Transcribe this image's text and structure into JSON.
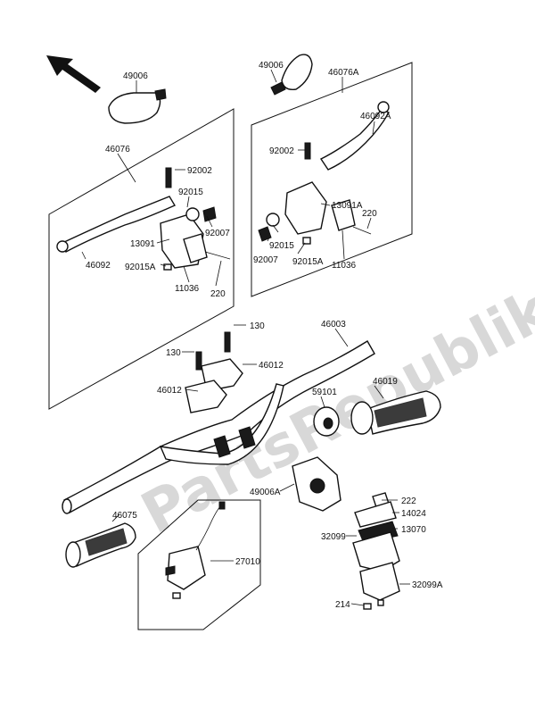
{
  "watermark": "PartsRepublik",
  "labels": {
    "l49006_top": "49006",
    "l49006_right": "49006",
    "l46076A": "46076A",
    "l46076": "46076",
    "l46092A": "46092A",
    "l92002_left": "92002",
    "l92002_right": "92002",
    "l92015_left": "92015",
    "l92007_left": "92007",
    "l13091": "13091",
    "l46092": "46092",
    "l92015A_left": "92015A",
    "l11036_left": "11036",
    "l220_left": "220",
    "l13091A": "13091A",
    "l220_right": "220",
    "l92015_right": "92015",
    "l92007_right": "92007",
    "l92015A_right": "92015A",
    "l11036_right": "11036",
    "l130_top": "130",
    "l130_left": "130",
    "l46003": "46003",
    "l46012_right": "46012",
    "l46012_left": "46012",
    "l46019": "46019",
    "l59101": "59101",
    "l49006A": "49006A",
    "l222": "222",
    "l14024": "14024",
    "l13070": "13070",
    "l32099": "32099",
    "l32099A": "32099A",
    "l214": "214",
    "l46075": "46075",
    "l27010": "27010"
  }
}
